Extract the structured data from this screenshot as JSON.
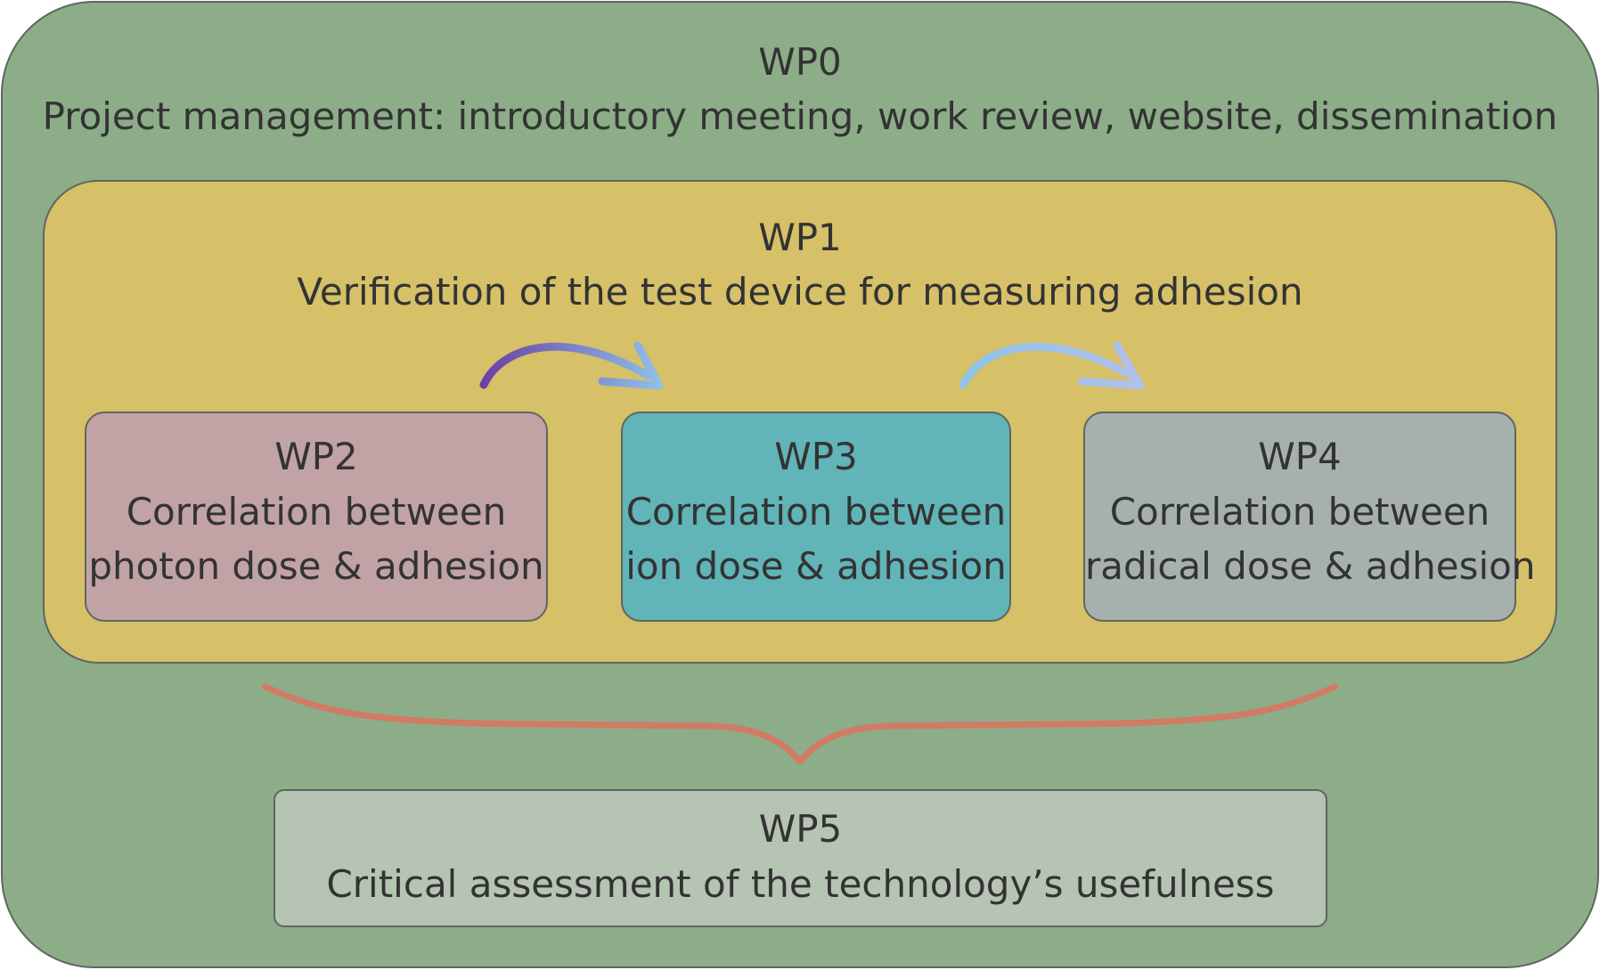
{
  "wp0": {
    "id": "WP0",
    "title": "Project management: introductory meeting, work review, website, dissemination"
  },
  "wp1": {
    "id": "WP1",
    "title": "Verification of the test device for measuring adhesion"
  },
  "wp2": {
    "id": "WP2",
    "line1": "Correlation between",
    "line2": "photon dose & adhesion"
  },
  "wp3": {
    "id": "WP3",
    "line1": "Correlation between",
    "line2": "ion dose & adhesion"
  },
  "wp4": {
    "id": "WP4",
    "line1": "Correlation between",
    "line2": "radical dose & adhesion"
  },
  "wp5": {
    "id": "WP5",
    "title": "Critical assessment of the technology’s usefulness"
  },
  "colors": {
    "wp0_fill": "#8cad88",
    "wp1_fill": "#d6c068",
    "wp2_fill": "#c1a3a5",
    "wp3_fill": "#61b4b7",
    "wp4_fill": "#a6b1ad",
    "wp5_fill": "#b6c4b3",
    "arrow1_start": "#6a3fa6",
    "arrow1_end": "#8ec3ea",
    "arrow2_start": "#8ec3ea",
    "arrow2_end": "#b3c0ea",
    "brace": "#d27a63"
  }
}
